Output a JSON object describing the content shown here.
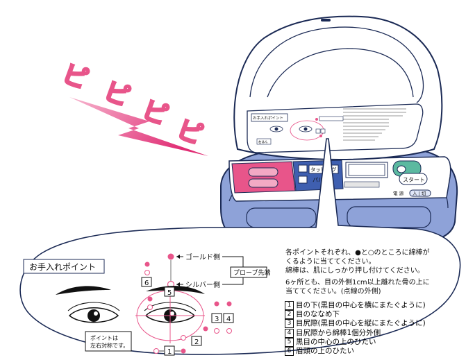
{
  "sound_effect": [
    "ピ",
    "ピ",
    "ピ",
    "ピ"
  ],
  "device": {
    "lid_panel_title": "お手入れポイント",
    "lid_panel_small": "右はん",
    "lid_panel_text": "各ポイントそれぞれ、●と○のところに綿棒がくるように当ててください。",
    "taping_label": "タッピング",
    "pulse_label": "パルス",
    "start_label": "スタート",
    "power_label": "電 源",
    "power_state": "入 | 切"
  },
  "callout": {
    "title": "お手入れポイント",
    "gold_side": "ゴールド側",
    "silver_side": "シルバー側",
    "probe_tip": "プローブ先端",
    "symmetric_note_1": "ポイントは",
    "symmetric_note_2": "左右対称です。",
    "marker_labels": [
      "1",
      "2",
      "3",
      "4",
      "5",
      "6"
    ],
    "instruction_1": "各ポイントそれぞれ、●と○のところに綿棒が",
    "instruction_2": "くるように当ててください。",
    "instruction_3": "綿棒は、肌にしっかり押し付けてください。",
    "instruction_4": "6ヶ所とも、目の外側1cm以上離れた骨の上に",
    "instruction_5": "当ててください。(点線の外側)",
    "points": [
      {
        "num": "1",
        "text": "目の下(黒目の中心を横にまたぐように)"
      },
      {
        "num": "2",
        "text": "目のななめ下"
      },
      {
        "num": "3",
        "text": "目尻際(黒目の中心を縦にまたぐように)"
      },
      {
        "num": "4",
        "text": "目尻際から綿棒1個分外側"
      },
      {
        "num": "5",
        "text": "黒目の中心の上のひたい"
      },
      {
        "num": "6",
        "text": "眉頭の上のひたい"
      }
    ]
  },
  "colors": {
    "device_blue": "#8ea2d8",
    "device_blue_dark": "#3f5fb0",
    "pink": "#e8558a",
    "pink_light": "#f3a9c4",
    "teal": "#5bb9a0"
  }
}
